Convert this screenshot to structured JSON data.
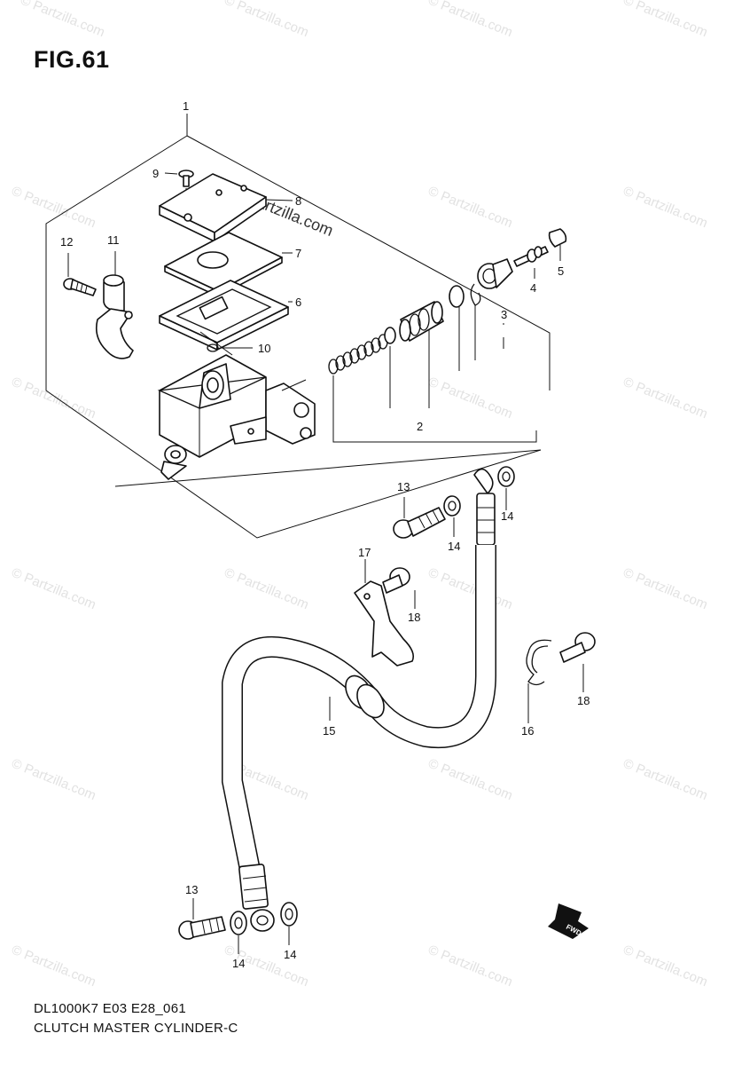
{
  "figure": {
    "title": "FIG.61",
    "model_code": "DL1000K7 E03 E28_061",
    "caption": "CLUTCH MASTER CYLINDER-C"
  },
  "watermark": {
    "main": "© Partzilla.com",
    "repeat": "© Partzilla.com"
  },
  "fwd_icon_label": "FWD",
  "callouts": [
    "1",
    "2",
    "3",
    "4",
    "5",
    "6",
    "7",
    "8",
    "9",
    "10",
    "11",
    "12",
    "13",
    "14",
    "14",
    "14",
    "15",
    "16",
    "17",
    "18",
    "18",
    "13",
    "14",
    "14"
  ]
}
